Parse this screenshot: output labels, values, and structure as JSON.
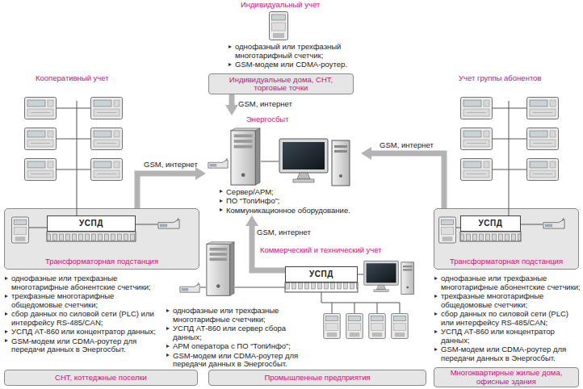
{
  "diagram": {
    "nodes": [
      {
        "text": [
          "Индивидуальные дома, СНТ, торговые точки"
        ]
      },
      {
        "text": [
          "Энергосбыт",
          "Сервер/АРМ;",
          "ПО “ТопИнфо”;",
          "Коммуникационное оборудование."
        ]
      },
      {
        "text": [
          "Трансформаторная подстанция"
        ]
      },
      {
        "text": [
          "УСПД"
        ],
        "in": 2
      },
      {
        "text": [
          "Трансформаторная подстанция"
        ]
      },
      {
        "text": [
          "УСПД"
        ],
        "in": 4
      },
      {
        "text": [
          "УСПД"
        ]
      },
      {
        "text": [
          "СНТ, коттеджные поселки"
        ]
      },
      {
        "text": [
          "Промышленные предприятия"
        ]
      },
      {
        "text": [
          "Многоквартирные жилые дома, офисные здания"
        ]
      }
    ],
    "edges": [
      {
        "from": 0,
        "to": 1,
        "arrow": "to",
        "label": "GSM, интернет"
      },
      {
        "from": 2,
        "to": 1,
        "arrow": "to",
        "label": "GSM, интернет"
      },
      {
        "from": 4,
        "to": 1,
        "arrow": "to",
        "label": "GSM, интернет"
      },
      {
        "from": 6,
        "to": 1,
        "arrow": "to",
        "label": "GSM, интернет"
      }
    ],
    "labels": [
      "Индивидуальный учет",
      "однофазный или трехфазный многотарифный счетчик;",
      "GSM-модем или CDMA-роутер.",
      "Кооперативный учет",
      "Учет группы абонентов",
      "Коммерческий и технический учет",
      "однофазные или трехфазные многотарифные абонентские счетчики;",
      "трехфазные многотарифные общедомовые счетчики;",
      "сбор данных по силовой сети (PLC) или интерфейсу RS-485/CAN;",
      "УСПД АТ-860 или концентратор данных;",
      "GSM-модем или CDMA-роутер для передачи данных в Энергосбыт.",
      "однофазные или трехфазные многотарифные счетчики;",
      "УСПД АТ-860 или сервер сбора данных;",
      "АРМ оператора с ПО “ТопИнфо”;",
      "GSM-модем или CDMA-роутер для передачи данных в Энергосбыт.",
      "однофазные или трехфазные многотарифные абонентские счетчики;",
      "трехфазные многотарифные общедомовые счетчики;",
      "сбор данных по силовой сети (PLC) или интерфейсу RS-485/CAN;",
      "УСПД АТ-860 или концентратор данных;",
      "GSM-модем или CDMA-роутер для передачи данных в Энергосбыт."
    ]
  }
}
